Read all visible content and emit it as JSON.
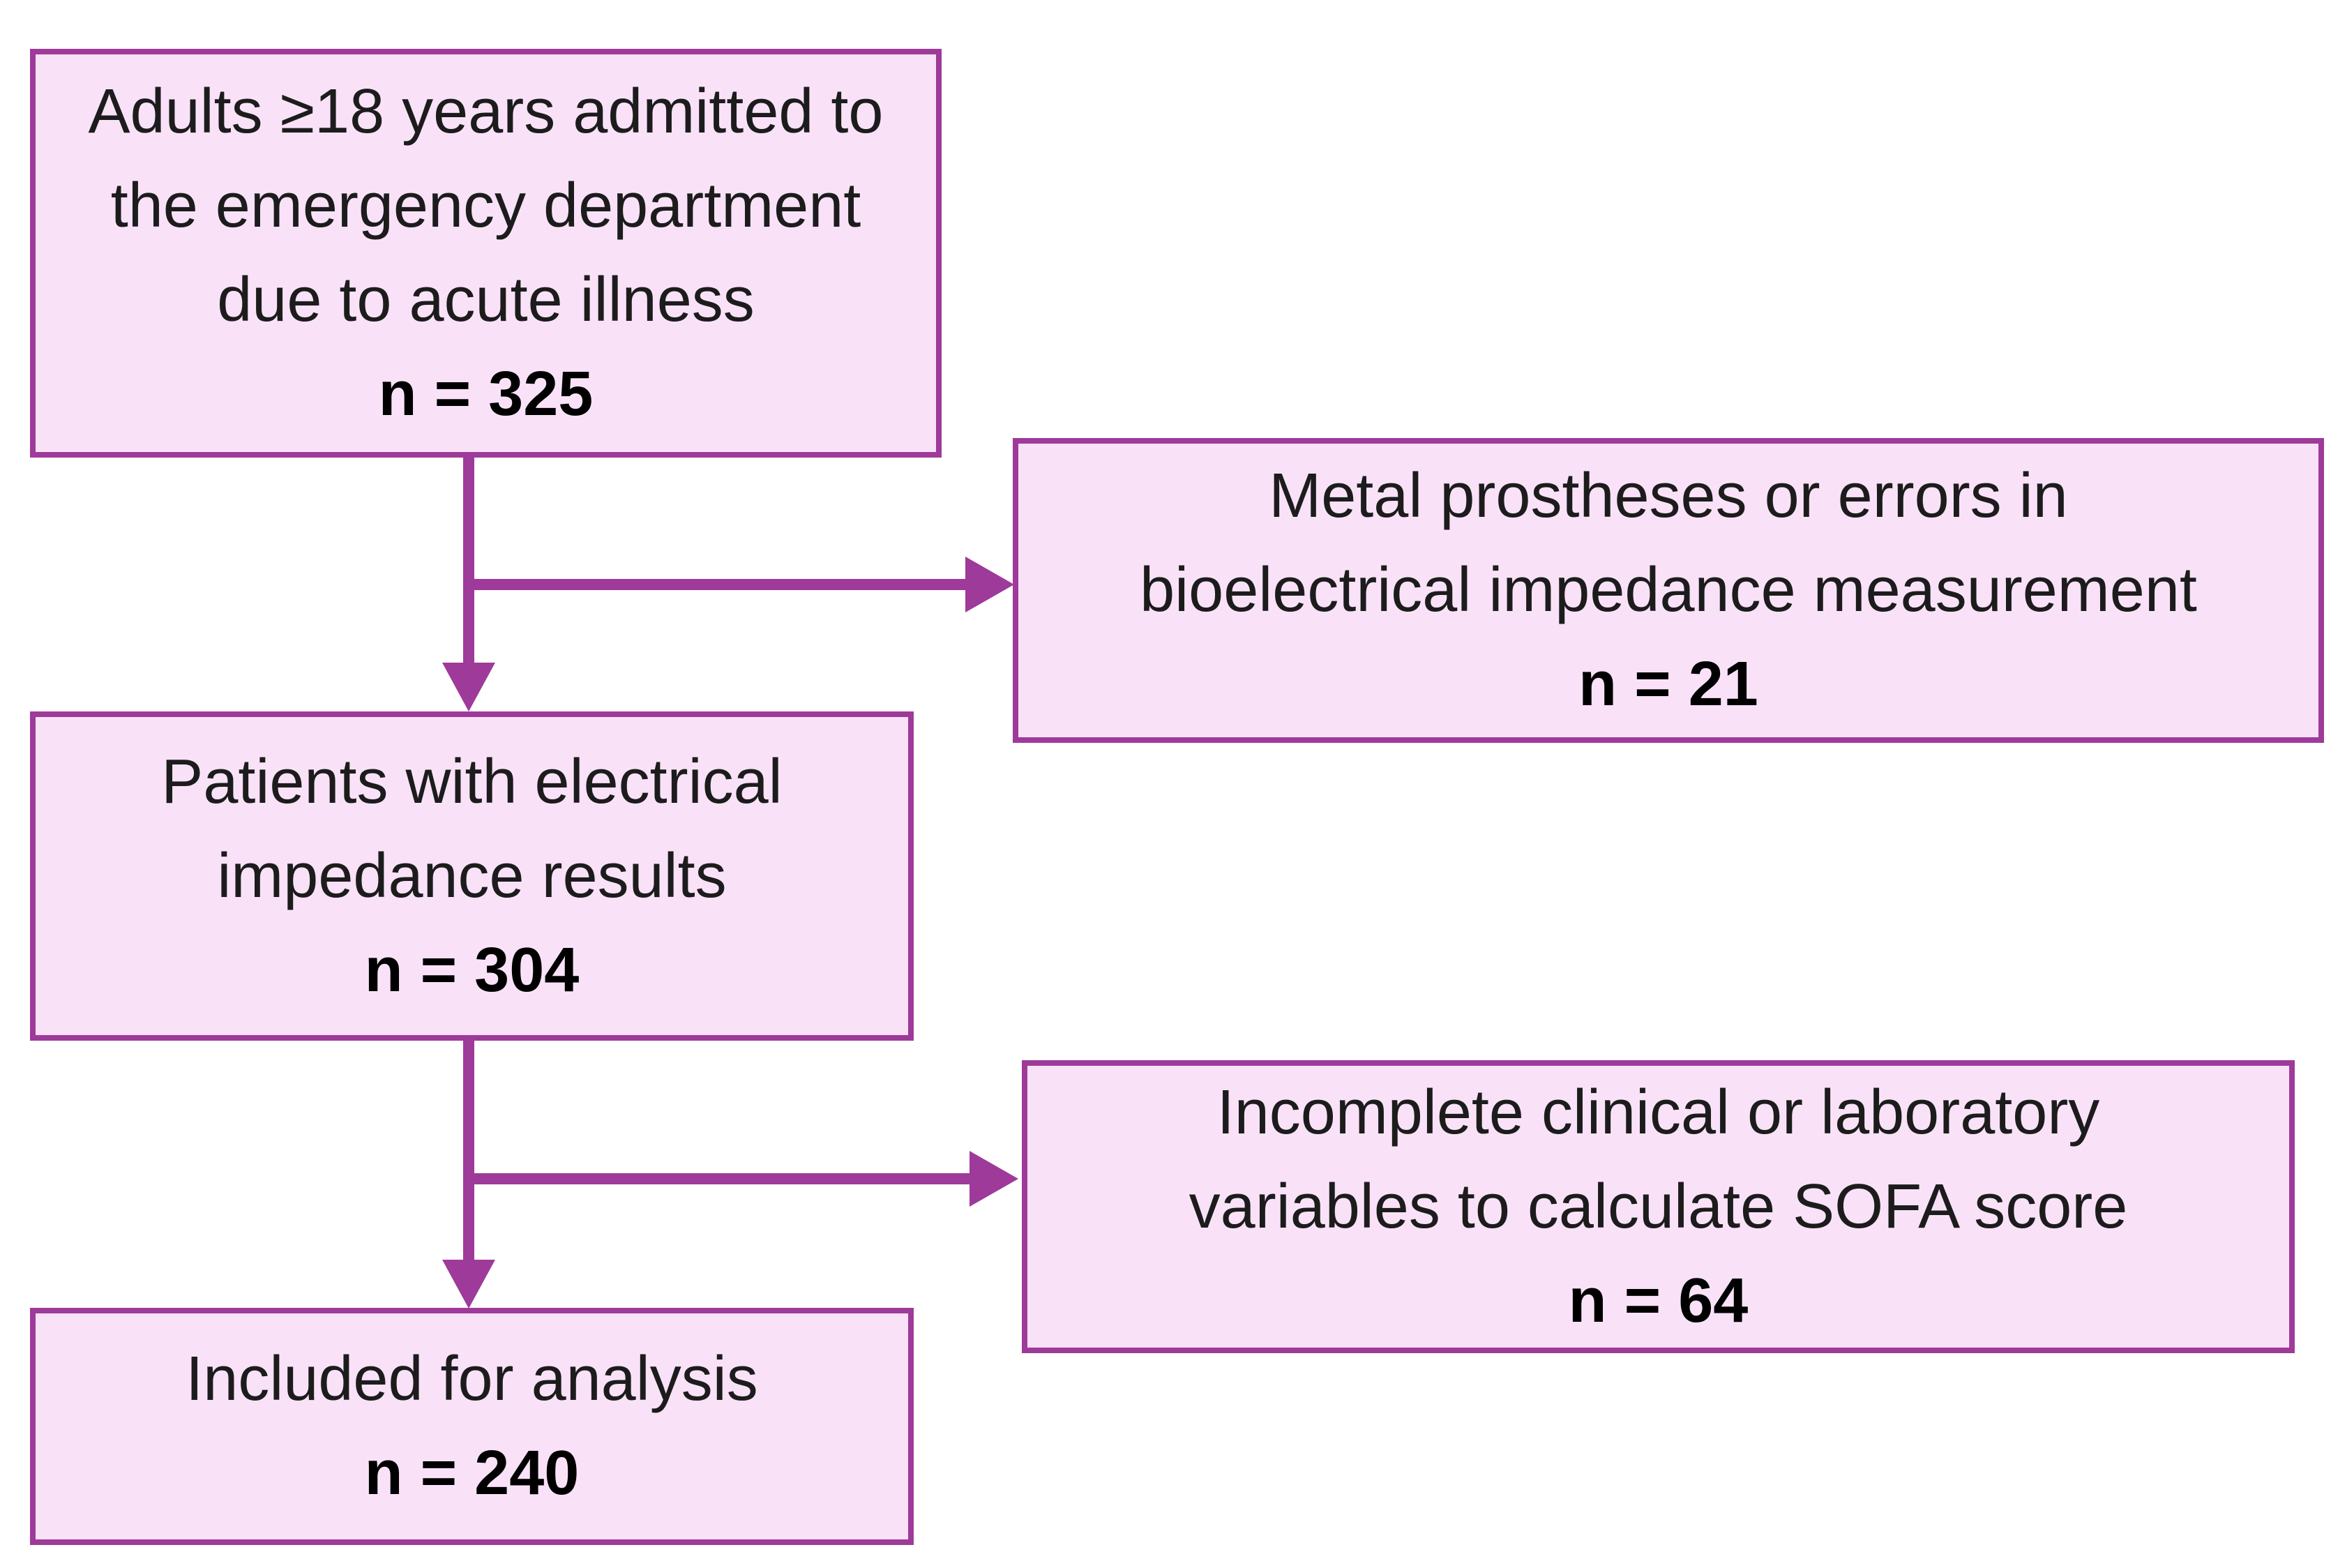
{
  "colors": {
    "accent": "#9e3a99",
    "box_fill": "#f9e2f8",
    "text": "#1c1c1c",
    "background": "#ffffff"
  },
  "flow": {
    "eligible": {
      "lines": [
        "Adults ≥18 years admitted to",
        "the emergency department",
        "due to acute illness"
      ],
      "count": "n = 325"
    },
    "excluded_bia": {
      "lines": [
        "Metal prostheses or errors in",
        "bioelectrical impedance measurement"
      ],
      "count": "n = 21"
    },
    "impedance": {
      "lines": [
        "Patients with electrical",
        "impedance results"
      ],
      "count": "n = 304"
    },
    "excluded_sofa": {
      "lines": [
        "Incomplete clinical or laboratory",
        "variables to calculate SOFA score"
      ],
      "count": "n = 64"
    },
    "included": {
      "lines": [
        "Included for analysis"
      ],
      "count": "n = 240"
    }
  }
}
